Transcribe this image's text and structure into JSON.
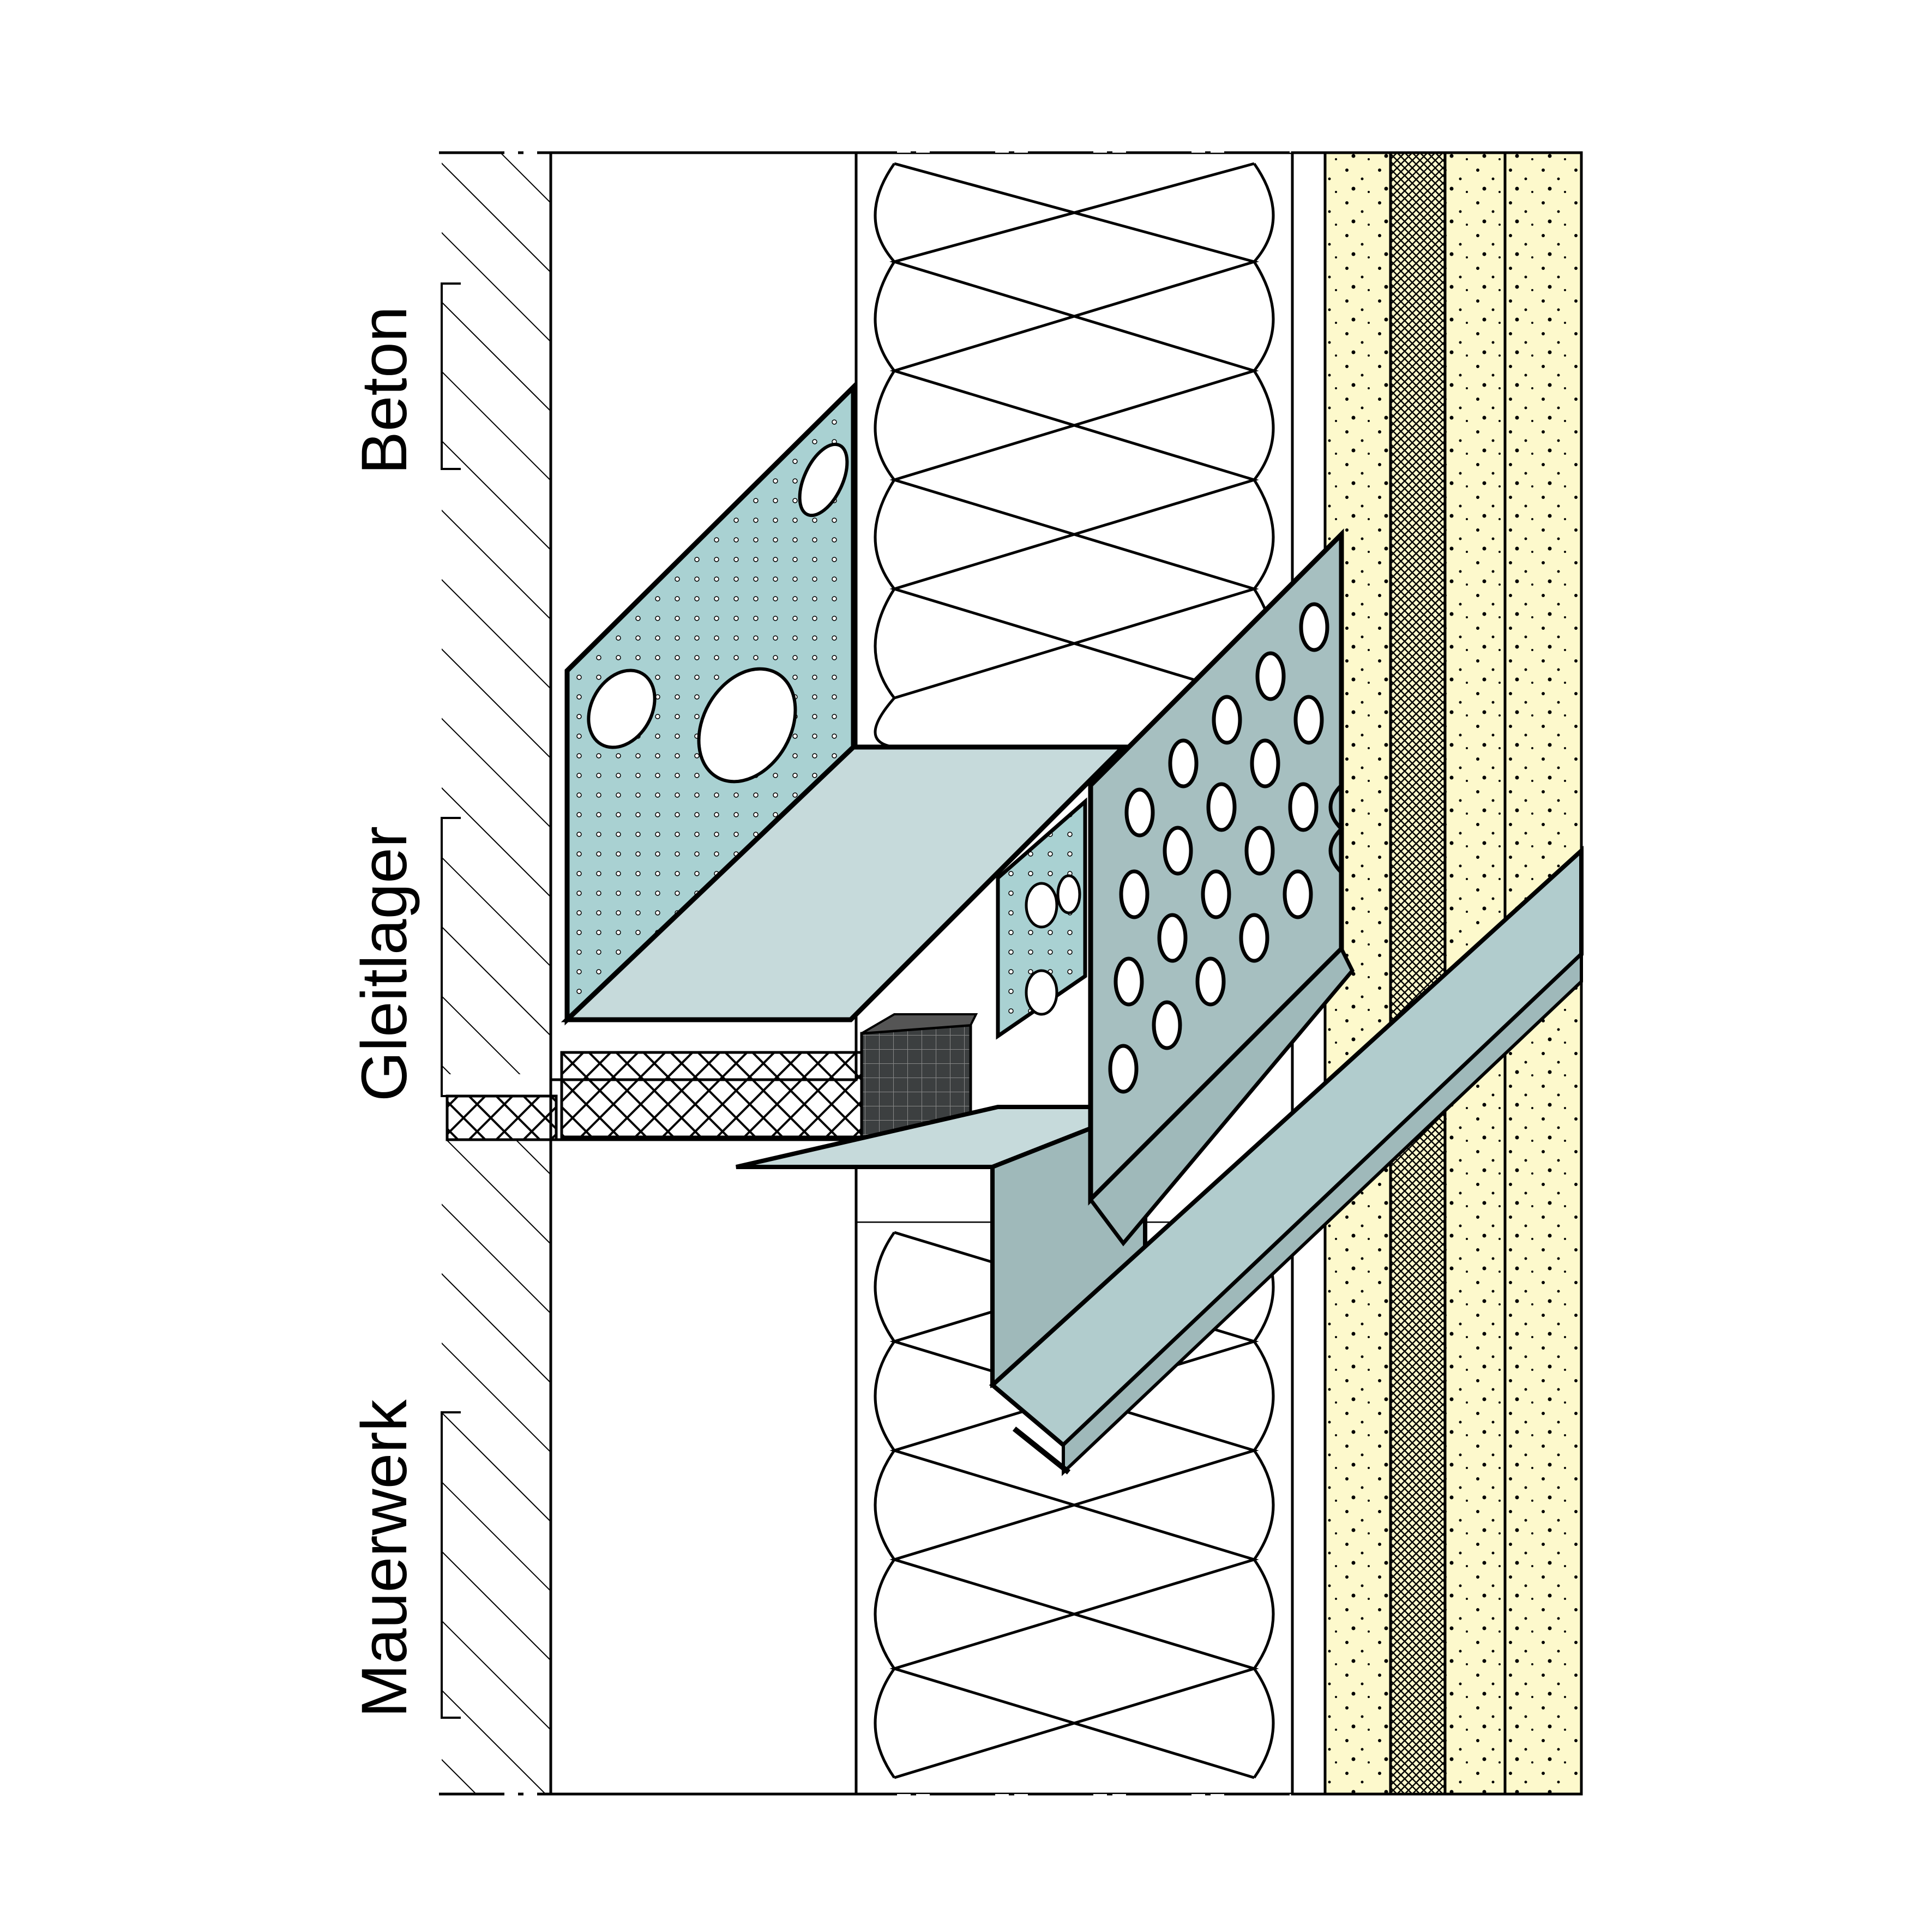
{
  "labels": {
    "concrete": "Beton",
    "sliding_bearing": "Gleitlager",
    "masonry": "Mauerwerk"
  },
  "colors": {
    "outline": "#000000",
    "metal_light": "#c6dadb",
    "metal_mid": "#b1cccd",
    "metal_dark": "#9fb9ba",
    "perforated_sheet": "#a9d1d2",
    "plaster": "#fdf9cc",
    "foam_block": "#3c3f40",
    "background": "#ffffff"
  },
  "icons": {
    "insulation": "wavy-insulation-pattern",
    "felt_layer": "crosshatch-pattern",
    "reinforcement_mesh": "mesh-pattern"
  }
}
